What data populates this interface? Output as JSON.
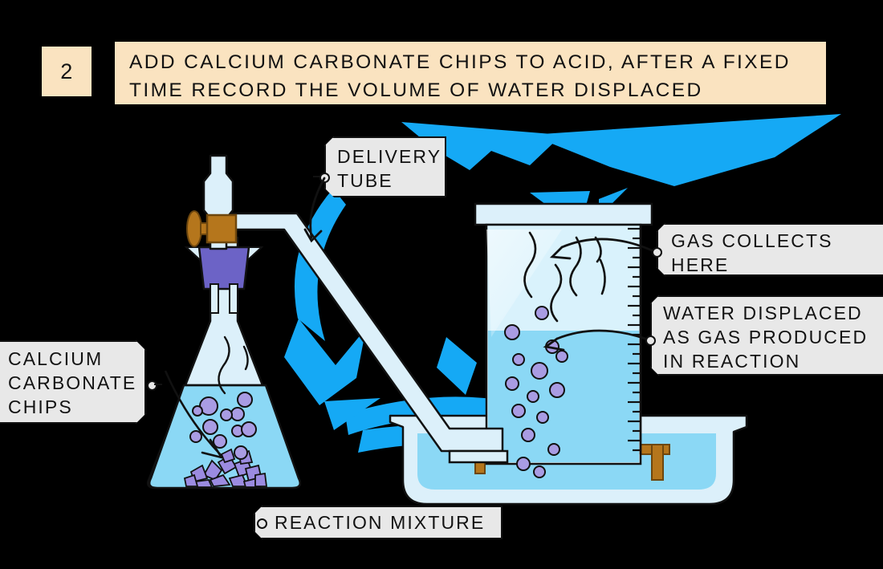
{
  "header": {
    "step_number": "2",
    "line1": "ADD  CALCIUM  CARBONATE  CHIPS  TO  ACID,  AFTER  A  FIXED",
    "line2": "TIME  RECORD  THE  VOLUME  OF  WATER  DISPLACED",
    "bg_color": "#FAE3C0",
    "text_color": "#111111"
  },
  "labels": {
    "delivery_tube": {
      "line1": "DELIVERY",
      "line2": "TUBE"
    },
    "gas_collects": {
      "line1": "GAS  COLLECTS",
      "line2": "HERE"
    },
    "water_displaced": {
      "line1": "WATER  DISPLACED",
      "line2": "AS GAS PRODUCED",
      "line3": "IN  REACTION"
    },
    "calcium_carbonate_chips": {
      "line1": "CALCIUM",
      "line2": "CARBONATE",
      "line3": "CHIPS"
    },
    "reaction_mixture": {
      "line1": "REACTION   MIXTURE"
    },
    "tag_bg_color": "#E8E8E8",
    "tag_border_color": "#111111"
  },
  "diagram": {
    "title": "Gas collection over water apparatus",
    "background_color": "#000000",
    "brush_stroke_color": "#15A9F5",
    "apparatus": [
      {
        "name": "thistle-funnel",
        "color": "#DCF0FA"
      },
      {
        "name": "stopcock-tap",
        "color": "#B5761C"
      },
      {
        "name": "rubber-bung",
        "color": "#6C63C6"
      },
      {
        "name": "conical-flask",
        "color": "#DCF0FA"
      },
      {
        "name": "acid-liquid",
        "color": "#8BD8F5"
      },
      {
        "name": "calcium-carbonate-chips",
        "color": "#9B8BE0"
      },
      {
        "name": "gas-bubbles",
        "color": "#A99CE3"
      },
      {
        "name": "delivery-tube",
        "color": "#DCF0FA"
      },
      {
        "name": "measuring-cylinder",
        "color": "#DCF0FA"
      },
      {
        "name": "collected-gas",
        "color": "#D9F2FC"
      },
      {
        "name": "displaced-water",
        "color": "#8BD8F5"
      },
      {
        "name": "water-trough",
        "color": "#DCF0FA"
      },
      {
        "name": "beehive-shelf",
        "color": "#B5761C"
      }
    ],
    "measuring_cylinder": {
      "graduation_marks": 24,
      "gas_level_fraction": 0.47,
      "scale_side": "right"
    },
    "flask": {
      "liquid_level_fraction": 0.55,
      "bubble_count": 11,
      "chip_count": 18
    }
  }
}
